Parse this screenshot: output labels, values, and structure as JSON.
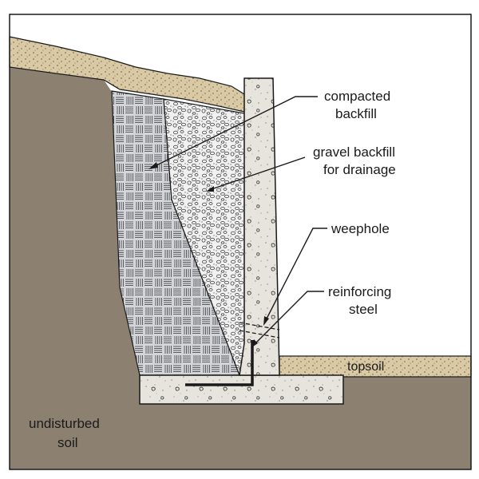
{
  "labels": {
    "compacted_backfill_line1": "compacted",
    "compacted_backfill_line2": "backfill",
    "gravel_backfill_line1": "gravel backfill",
    "gravel_backfill_line2": "for drainage",
    "weephole": "weephole",
    "reinforcing_steel_line1": "reinforcing",
    "reinforcing_steel_line2": "steel",
    "topsoil": "topsoil",
    "undisturbed_soil_line1": "undisturbed",
    "undisturbed_soil_line2": "soil"
  },
  "colors": {
    "soil": "#8c8170",
    "topsoil": "#d9c9a4",
    "concrete": "#e6e4dd",
    "compacted_backfill": "#cfd0d3",
    "gravel": "#ededed",
    "outline": "#1a1a1a",
    "background": "#ffffff"
  }
}
